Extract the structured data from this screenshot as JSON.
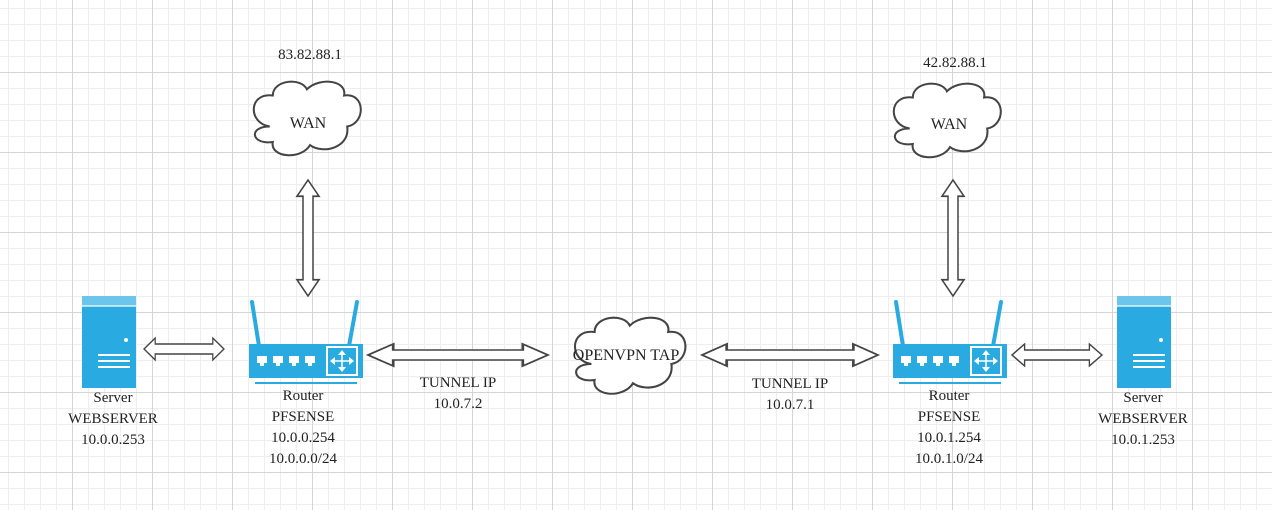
{
  "colors": {
    "device": "#29abe2",
    "outline": "#444444"
  },
  "icons": [
    "cloud-icon",
    "router-icon",
    "server-icon",
    "double-arrow-icon"
  ],
  "left_site": {
    "wan_ip": "83.82.88.1",
    "wan_label": "WAN",
    "server": {
      "type": "Server",
      "name": "WEBSERVER",
      "ip": "10.0.0.253"
    },
    "router": {
      "type": "Router",
      "name": "PFSENSE",
      "ip": "10.0.0.254",
      "subnet": "10.0.0.0/24"
    },
    "tunnel": {
      "label": "TUNNEL IP",
      "ip": "10.0.7.2"
    }
  },
  "center": {
    "vpn_label": "OPENVPN TAP"
  },
  "right_site": {
    "wan_ip": "42.82.88.1",
    "wan_label": "WAN",
    "server": {
      "type": "Server",
      "name": "WEBSERVER",
      "ip": "10.0.1.253"
    },
    "router": {
      "type": "Router",
      "name": "PFSENSE",
      "ip": "10.0.1.254",
      "subnet": "10.0.1.0/24"
    },
    "tunnel": {
      "label": "TUNNEL IP",
      "ip": "10.0.7.1"
    }
  }
}
